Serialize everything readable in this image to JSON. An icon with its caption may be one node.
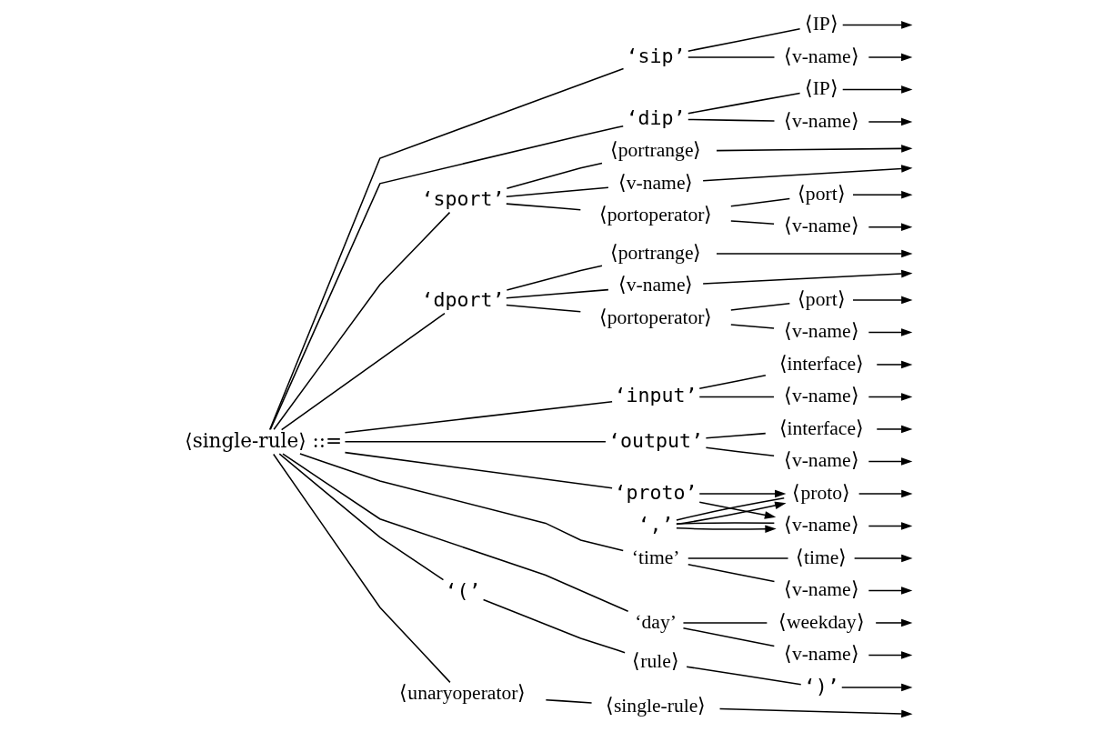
{
  "diagram": {
    "nodes": [
      {
        "text": [
          "⟨single-rule⟩ ::="
        ]
      },
      {
        "text": [
          "‘sip’"
        ]
      },
      {
        "text": [
          "⟨IP⟩"
        ]
      },
      {
        "text": [
          "⟨v-name⟩"
        ]
      },
      {
        "text": [
          "‘dip’"
        ]
      },
      {
        "text": [
          "⟨IP⟩"
        ]
      },
      {
        "text": [
          "⟨v-name⟩"
        ]
      },
      {
        "text": [
          "‘sport’"
        ]
      },
      {
        "text": [
          "⟨portrange⟩"
        ]
      },
      {
        "text": [
          "⟨v-name⟩"
        ]
      },
      {
        "text": [
          "⟨portoperator⟩"
        ]
      },
      {
        "text": [
          "⟨port⟩"
        ]
      },
      {
        "text": [
          "⟨v-name⟩"
        ]
      },
      {
        "text": [
          "‘dport’"
        ]
      },
      {
        "text": [
          "⟨portrange⟩"
        ]
      },
      {
        "text": [
          "⟨v-name⟩"
        ]
      },
      {
        "text": [
          "⟨portoperator⟩"
        ]
      },
      {
        "text": [
          "⟨port⟩"
        ]
      },
      {
        "text": [
          "⟨v-name⟩"
        ]
      },
      {
        "text": [
          "‘input’"
        ]
      },
      {
        "text": [
          "⟨interface⟩"
        ]
      },
      {
        "text": [
          "⟨v-name⟩"
        ]
      },
      {
        "text": [
          "‘output’"
        ]
      },
      {
        "text": [
          "⟨interface⟩"
        ]
      },
      {
        "text": [
          "⟨v-name⟩"
        ]
      },
      {
        "text": [
          "‘proto’"
        ]
      },
      {
        "text": [
          "‘,’"
        ]
      },
      {
        "text": [
          "⟨proto⟩"
        ]
      },
      {
        "text": [
          "⟨v-name⟩"
        ]
      },
      {
        "text": [
          "‘time’"
        ]
      },
      {
        "text": [
          "⟨time⟩"
        ]
      },
      {
        "text": [
          "⟨v-name⟩"
        ]
      },
      {
        "text": [
          "‘day’"
        ]
      },
      {
        "text": [
          "⟨weekday⟩"
        ]
      },
      {
        "text": [
          "⟨v-name⟩"
        ]
      },
      {
        "text": [
          "‘(’"
        ]
      },
      {
        "text": [
          "⟨rule⟩"
        ]
      },
      {
        "text": [
          "‘)’"
        ]
      },
      {
        "text": [
          "⟨unaryoperator⟩"
        ]
      },
      {
        "text": [
          "⟨single-rule⟩"
        ]
      }
    ],
    "edges": [
      {
        "from": 0,
        "to": 1,
        "arrow": "none"
      },
      {
        "from": 0,
        "to": 4,
        "arrow": "none"
      },
      {
        "from": 0,
        "to": 7,
        "arrow": "none"
      },
      {
        "from": 0,
        "to": 13,
        "arrow": "none"
      },
      {
        "from": 0,
        "to": 19,
        "arrow": "none"
      },
      {
        "from": 0,
        "to": 22,
        "arrow": "none"
      },
      {
        "from": 0,
        "to": 25,
        "arrow": "none"
      },
      {
        "from": 0,
        "to": 29,
        "arrow": "none"
      },
      {
        "from": 0,
        "to": 32,
        "arrow": "none"
      },
      {
        "from": 0,
        "to": 35,
        "arrow": "none"
      },
      {
        "from": 0,
        "to": 38,
        "arrow": "none"
      },
      {
        "from": 1,
        "to": 2,
        "arrow": "none"
      },
      {
        "from": 1,
        "to": 3,
        "arrow": "none"
      },
      {
        "from": 4,
        "to": 5,
        "arrow": "none"
      },
      {
        "from": 4,
        "to": 6,
        "arrow": "none"
      },
      {
        "from": 7,
        "to": 8,
        "arrow": "none"
      },
      {
        "from": 7,
        "to": 9,
        "arrow": "none"
      },
      {
        "from": 7,
        "to": 10,
        "arrow": "none"
      },
      {
        "from": 10,
        "to": 11,
        "arrow": "none"
      },
      {
        "from": 10,
        "to": 12,
        "arrow": "none"
      },
      {
        "from": 13,
        "to": 14,
        "arrow": "none"
      },
      {
        "from": 13,
        "to": 15,
        "arrow": "none"
      },
      {
        "from": 13,
        "to": 16,
        "arrow": "none"
      },
      {
        "from": 16,
        "to": 17,
        "arrow": "none"
      },
      {
        "from": 16,
        "to": 18,
        "arrow": "none"
      },
      {
        "from": 19,
        "to": 20,
        "arrow": "none"
      },
      {
        "from": 19,
        "to": 21,
        "arrow": "none"
      },
      {
        "from": 22,
        "to": 23,
        "arrow": "none"
      },
      {
        "from": 22,
        "to": 24,
        "arrow": "none"
      },
      {
        "from": 25,
        "to": 27,
        "arrow": "to"
      },
      {
        "from": 25,
        "to": 28,
        "arrow": "to"
      },
      {
        "from": 27,
        "to": 26,
        "arrow": "none"
      },
      {
        "from": 28,
        "to": 26,
        "arrow": "none"
      },
      {
        "from": 26,
        "to": 27,
        "arrow": "to"
      },
      {
        "from": 26,
        "to": 28,
        "arrow": "to"
      },
      {
        "from": 29,
        "to": 30,
        "arrow": "none"
      },
      {
        "from": 29,
        "to": 31,
        "arrow": "none"
      },
      {
        "from": 32,
        "to": 33,
        "arrow": "none"
      },
      {
        "from": 32,
        "to": 34,
        "arrow": "none"
      },
      {
        "from": 35,
        "to": 36,
        "arrow": "none"
      },
      {
        "from": 36,
        "to": 37,
        "arrow": "none"
      },
      {
        "from": 38,
        "to": 39,
        "arrow": "none"
      },
      {
        "from": 2,
        "to": null,
        "arrow": "to"
      },
      {
        "from": 3,
        "to": null,
        "arrow": "to"
      },
      {
        "from": 5,
        "to": null,
        "arrow": "to"
      },
      {
        "from": 6,
        "to": null,
        "arrow": "to"
      },
      {
        "from": 8,
        "to": null,
        "arrow": "to"
      },
      {
        "from": 9,
        "to": null,
        "arrow": "to"
      },
      {
        "from": 11,
        "to": null,
        "arrow": "to"
      },
      {
        "from": 12,
        "to": null,
        "arrow": "to"
      },
      {
        "from": 14,
        "to": null,
        "arrow": "to"
      },
      {
        "from": 15,
        "to": null,
        "arrow": "to"
      },
      {
        "from": 17,
        "to": null,
        "arrow": "to"
      },
      {
        "from": 18,
        "to": null,
        "arrow": "to"
      },
      {
        "from": 20,
        "to": null,
        "arrow": "to"
      },
      {
        "from": 21,
        "to": null,
        "arrow": "to"
      },
      {
        "from": 23,
        "to": null,
        "arrow": "to"
      },
      {
        "from": 24,
        "to": null,
        "arrow": "to"
      },
      {
        "from": 27,
        "to": null,
        "arrow": "to"
      },
      {
        "from": 28,
        "to": null,
        "arrow": "to"
      },
      {
        "from": 30,
        "to": null,
        "arrow": "to"
      },
      {
        "from": 31,
        "to": null,
        "arrow": "to"
      },
      {
        "from": 33,
        "to": null,
        "arrow": "to"
      },
      {
        "from": 34,
        "to": null,
        "arrow": "to"
      },
      {
        "from": 37,
        "to": null,
        "arrow": "to"
      },
      {
        "from": 39,
        "to": null,
        "arrow": "to"
      }
    ]
  }
}
